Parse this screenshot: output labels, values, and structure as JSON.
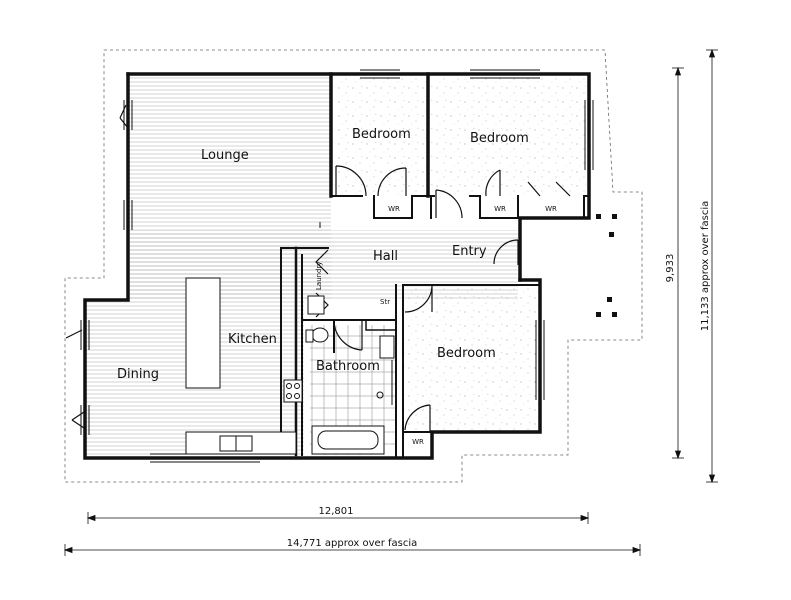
{
  "rooms": {
    "lounge": "Lounge",
    "bedroom_1": "Bedroom",
    "bedroom_2": "Bedroom",
    "bedroom_3": "Bedroom",
    "hall": "Hall",
    "entry": "Entry",
    "kitchen": "Kitchen",
    "dining": "Dining",
    "bathroom": "Bathroom",
    "laundry": "Laundry",
    "store": "Str"
  },
  "wardrobes": [
    "WR",
    "WR",
    "WR",
    "WR"
  ],
  "dimensions": {
    "width": "12,801",
    "width_fascia": "14,771 approx over fascia",
    "depth": "9,933",
    "depth_fascia": "11,133 approx over fascia"
  },
  "colors": {
    "wall": "#111111",
    "hatch": "#9a9a9a",
    "fascia": "#666666"
  }
}
